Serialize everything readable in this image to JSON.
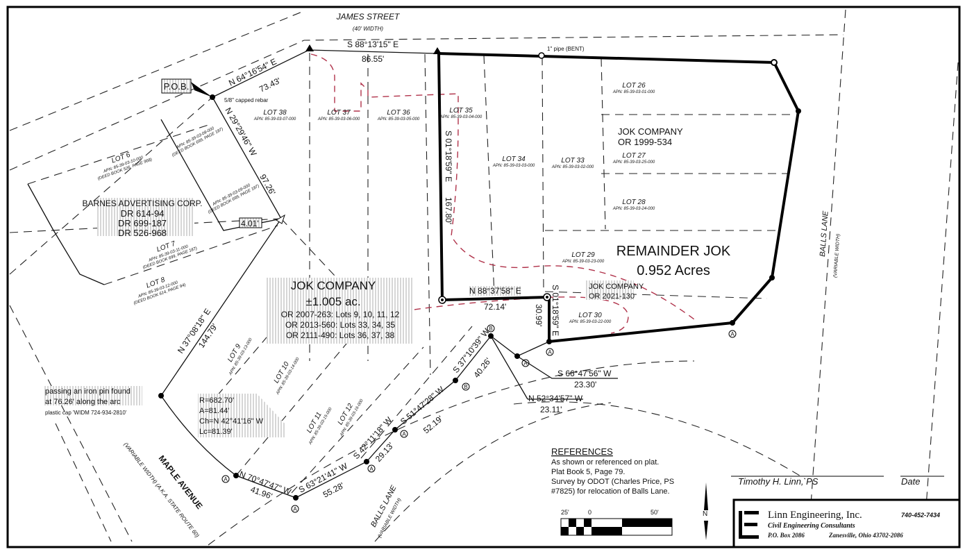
{
  "streets": {
    "james": {
      "name": "JAMES STREET",
      "width": "(40' WIDTH)"
    },
    "balls_right": {
      "name": "BALLS LANE",
      "width": "(VARIABLE WIDTH)"
    },
    "balls_bottom": {
      "name": "BALLS LANE",
      "width": "(VARIABLE WIDTH)"
    },
    "maple": {
      "name": "MAPLE AVENUE",
      "width": "(VARIABLE WIDTH) (A.K.A. STATE ROUTE 60)"
    }
  },
  "pob": {
    "label": "P.O.B.",
    "monument": "5/8\" capped rebar"
  },
  "pipe_note": "1\" pipe (BENT)",
  "bearings": {
    "b1": {
      "bearing": "N 64°16'54\" E",
      "distance": "73.43'"
    },
    "b2": {
      "bearing": "S 88°13'15\" E",
      "distance": "86.55'"
    },
    "b3": {
      "bearing": "N 29°29'46\" W",
      "distance": "97.26'"
    },
    "b4": {
      "bearing": "N 37°08'18\" E",
      "distance": "144.79'"
    },
    "b5": {
      "bearing": "S 01°18'59\" E",
      "distance": "167.80'"
    },
    "b6": {
      "bearing": "N 88°37'58\" E",
      "distance": "72.14'"
    },
    "b7": {
      "bearing": "S 01°18'59\" E",
      "distance": "30.99'"
    },
    "b8": {
      "bearing": "S 66°47'56\" W",
      "distance": "23.30'"
    },
    "b9": {
      "bearing": "N 52°34'57\" W",
      "distance": "23.11'"
    },
    "b10": {
      "bearing": "S 37°10'39\" W",
      "distance": "40.26'"
    },
    "b11": {
      "bearing": "S 51°47'28\" W",
      "distance": "52.19'"
    },
    "b12": {
      "bearing": "S 42°11'18\" W",
      "distance": "29.13'"
    },
    "b13": {
      "bearing": "S 63°21'41\" W",
      "distance": "55.28'"
    },
    "b14": {
      "bearing": "N 70°47'47\" W",
      "distance": "41.96'"
    },
    "small": "4.01'"
  },
  "curve": {
    "r": "R=682.70'",
    "a": "A=81.44'",
    "ch": "Ch=N 42°41'16\" W",
    "lc": "Lc=81.39'"
  },
  "arc_note": {
    "line1": "passing an iron pin found",
    "line2": "at 76.26' along the arc",
    "cap": "plastic cap 'WIDM 724-934-2810'"
  },
  "lots": [
    {
      "label": "LOT 38",
      "apn": "APN: 85-39-03-07-000"
    },
    {
      "label": "LOT 37",
      "apn": "APN: 85-39-03-06-000"
    },
    {
      "label": "LOT 36",
      "apn": "APN: 85-39-03-05-000"
    },
    {
      "label": "LOT 35",
      "apn": "APN: 85-39-03-04-000"
    },
    {
      "label": "LOT 34",
      "apn": "APN: 85-39-03-03-000"
    },
    {
      "label": "LOT 33",
      "apn": "APN: 85-39-03-02-000"
    },
    {
      "label": "LOT 26",
      "apn": "APN: 85-39-03-01-000"
    },
    {
      "label": "LOT 27",
      "apn": "APN: 85-39-03-25-000"
    },
    {
      "label": "LOT 28",
      "apn": "APN: 85-39-03-24-000"
    },
    {
      "label": "LOT 29",
      "apn": "APN: 85-39-03-23-000"
    },
    {
      "label": "LOT 30",
      "apn": "APN: 85-39-03-22-000"
    },
    {
      "label": "LOT 6",
      "apn": "APN: 85-39-03-10-000",
      "deed": "(DEED BOOK 526, PAGE 968)"
    },
    {
      "label": "LOT 7",
      "apn": "APN: 85-39-03-11-000",
      "deed": "(DEED BOOK 699, PAGE 187)"
    },
    {
      "label": "LOT 8",
      "apn": "APN: 85-39-03-12-000",
      "deed": "(DEED BOOK 614, PAGE 94)"
    },
    {
      "label": "LOT 9",
      "apn": "APN: 85-39-03-13-000"
    },
    {
      "label": "LOT 10",
      "apn": "APN: 85-39-03-14-000"
    },
    {
      "label": "LOT 11",
      "apn": "APN: 85-39-03-15-000"
    },
    {
      "label": "LOT 12",
      "apn": "APN: 85-39-03-16-000"
    }
  ],
  "extra_apns": [
    {
      "apn": "APN: 85-39-03-08-000",
      "deed": "(DEED BOOK 699, PAGE 187)"
    },
    {
      "apn": "APN: 85-39-03-09-000",
      "deed": "(DEED BOOK 699, PAGE 187)"
    }
  ],
  "owners": {
    "barnes": {
      "name": "BARNES ADVERTISING CORP.",
      "dr1": "DR 614-94",
      "dr2": "DR 699-187",
      "dr3": "DR 526-968"
    },
    "jok_main": {
      "name": "JOK COMPANY",
      "area": "±1.005 ac.",
      "or1": "OR 2007-263: Lots 9, 10, 11, 12",
      "or2": "OR 2013-560: Lots 33, 34, 35",
      "or3": "OR 2111-490: Lots 36, 37, 38"
    },
    "jok_1999": {
      "name": "JOK COMPANY",
      "or": "OR 1999-534"
    },
    "jok_2021": {
      "name": "JOK COMPANY",
      "or": "OR 2021-130"
    },
    "remainder": {
      "name": "REMAINDER JOK",
      "area": "0.952 Acres"
    }
  },
  "markers": {
    "a": "A",
    "b": "B"
  },
  "references": {
    "title": "REFERENCES",
    "lines": [
      "As shown or referenced on plat.",
      "Plat Book 5, Page 79.",
      "Survey by ODOT (Charles Price, PS",
      "#7825) for relocation of Balls Lane."
    ]
  },
  "scale": {
    "left": "25'",
    "zero": "0",
    "right": "50'"
  },
  "north": "N",
  "signature": {
    "name": "Timothy H. Linn, PS",
    "date": "Date"
  },
  "title_block": {
    "company": "Linn Engineering, Inc.",
    "phone": "740-452-7434",
    "tagline": "Civil Engineering Consultants",
    "po_box": "P.O. Box 2086",
    "city": "Zanesville, Ohio  43702-2086"
  },
  "colors": {
    "line": "#000000",
    "building_outline": "#b0324a"
  }
}
